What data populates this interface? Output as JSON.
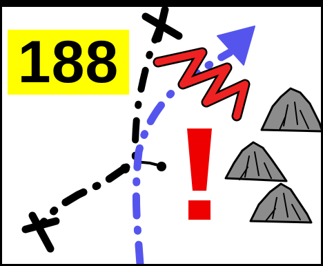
{
  "round_counter": {
    "value": "188"
  },
  "colors": {
    "black_path": "#000000",
    "blue_path": "#5555ee",
    "zigzag": "#ee2222",
    "warning": "#ee0000",
    "mountain_fill": "#8c8c8c",
    "counter_background": "#ffff00"
  },
  "warning": {
    "symbol": "!"
  },
  "icons": {
    "black_path_end": "x-mark",
    "blue_path_end": "arrowhead",
    "hazard": "zigzag",
    "terrain": "mountain"
  }
}
